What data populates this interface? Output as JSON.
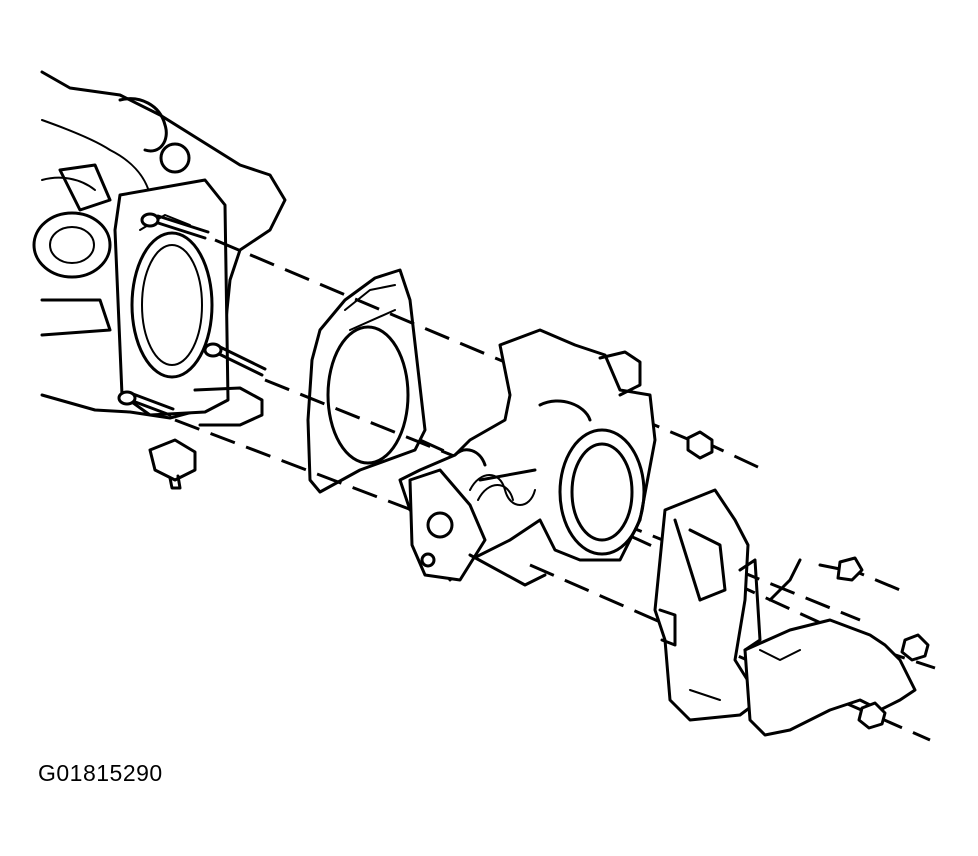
{
  "figure": {
    "id_label": "G01815290"
  },
  "parts": [
    "intake-manifold",
    "mounting-studs",
    "gasket",
    "throttle-body",
    "throttle-body-nuts",
    "bracket",
    "bracket-bolt",
    "bracket-nuts",
    "cover"
  ]
}
